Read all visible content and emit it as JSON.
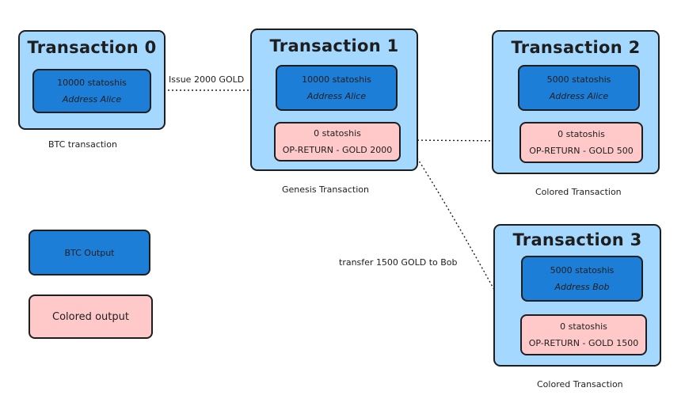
{
  "transactions": [
    {
      "title": "Transaction 0",
      "caption": "BTC transaction",
      "btc": {
        "amount": "10000 statoshis",
        "address": "Address Alice"
      }
    },
    {
      "title": "Transaction 1",
      "caption": "Genesis Transaction",
      "btc": {
        "amount": "10000 statoshis",
        "address": "Address Alice"
      },
      "colored": {
        "amount": "0 statoshis",
        "op": "OP-RETURN - GOLD 2000"
      }
    },
    {
      "title": "Transaction 2",
      "caption": "Colored Transaction",
      "btc": {
        "amount": "5000 statoshis",
        "address": "Address Alice"
      },
      "colored": {
        "amount": "0 statoshis",
        "op": "OP-RETURN - GOLD 500"
      }
    },
    {
      "title": "Transaction 3",
      "caption": "Colored Transaction",
      "btc": {
        "amount": "5000 statoshis",
        "address": "Address Bob"
      },
      "colored": {
        "amount": "0 statoshis",
        "op": "OP-RETURN - GOLD 1500"
      }
    }
  ],
  "arrows": {
    "issue_label": "Issue 2000 GOLD",
    "transfer_label": "transfer 1500 GOLD to Bob"
  },
  "legend": {
    "btc_label": "BTC Output",
    "colored_label": "Colored output"
  },
  "colors": {
    "transaction_fill": "#a5d8ff",
    "btc_output": "#1c7ed6",
    "colored_output": "#ffc9c9",
    "stroke": "#1e1e1e"
  }
}
